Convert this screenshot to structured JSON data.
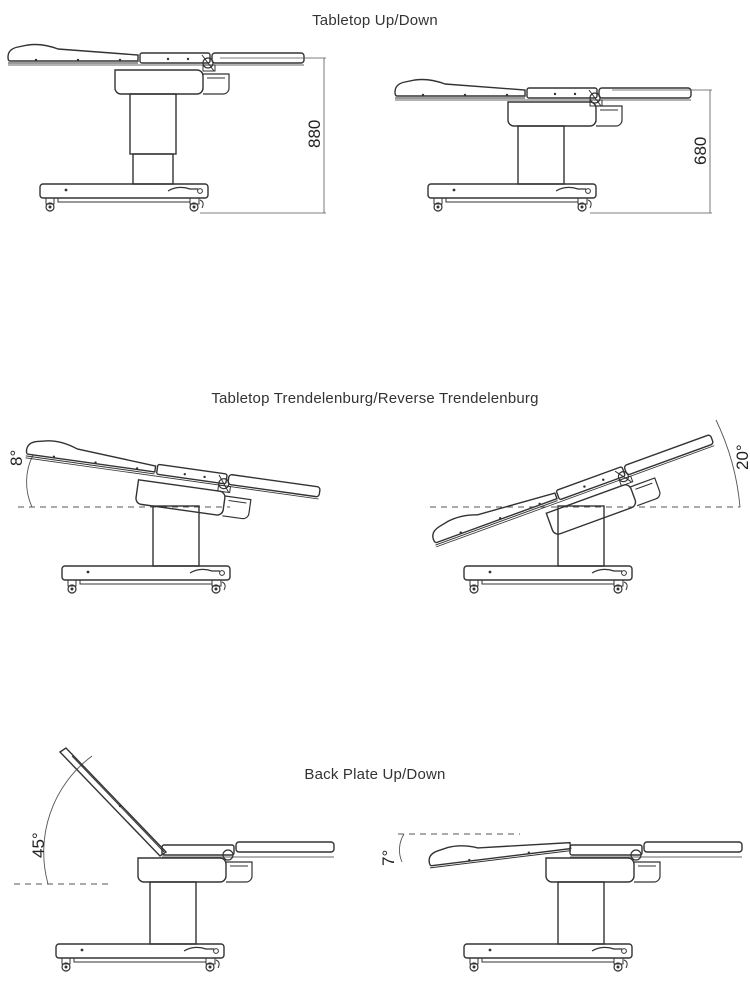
{
  "sections": [
    {
      "title": "Tabletop Up/Down",
      "figures": [
        {
          "dimension": "880"
        },
        {
          "dimension": "680"
        }
      ]
    },
    {
      "title": "Tabletop Trendelenburg/Reverse Trendelenburg",
      "figures": [
        {
          "angle": "8°"
        },
        {
          "angle": "20°"
        }
      ]
    },
    {
      "title": "Back Plate Up/Down",
      "figures": [
        {
          "angle": "45°"
        },
        {
          "angle": "7°"
        }
      ]
    }
  ],
  "colors": {
    "line": "#333333",
    "dash": "#555555",
    "text": "#222222"
  }
}
